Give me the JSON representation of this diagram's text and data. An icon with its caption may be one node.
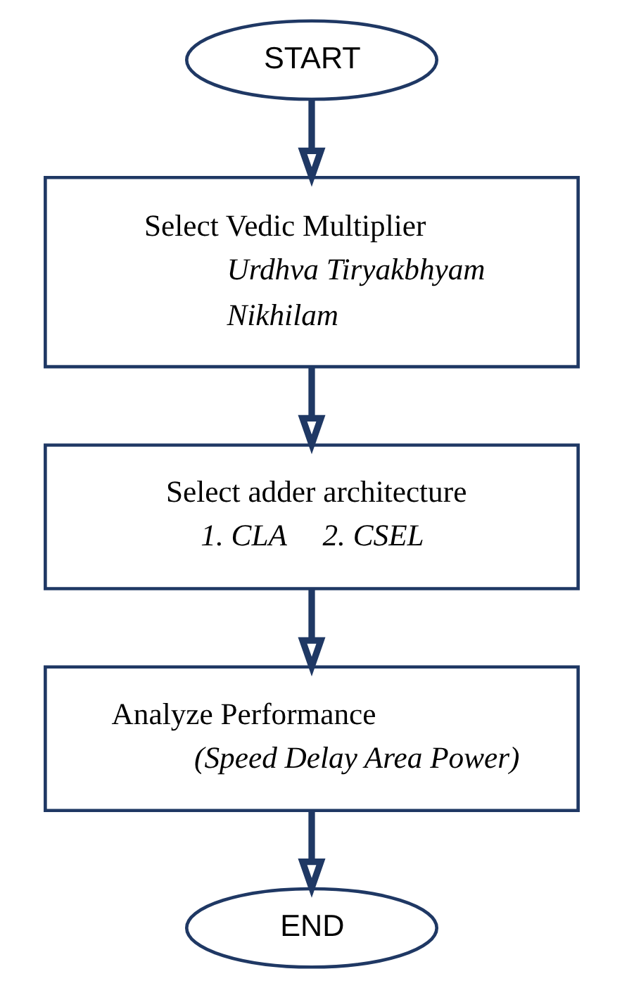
{
  "diagram": {
    "nodes": [
      {
        "text": [
          "START"
        ]
      },
      {
        "text": [
          "Select Vedic Multiplier",
          "Urdhva Tiryakbhyam",
          "Nikhilam"
        ]
      },
      {
        "text": [
          "Select adder architecture",
          "1. CLA",
          "2. CSEL"
        ]
      },
      {
        "text": [
          "Analyze Performance",
          "(Speed Delay Area Power)"
        ]
      },
      {
        "text": [
          "END"
        ]
      }
    ],
    "edges": [
      {
        "from": 0,
        "to": 1,
        "arrow": "to"
      },
      {
        "from": 1,
        "to": 2,
        "arrow": "to"
      },
      {
        "from": 2,
        "to": 3,
        "arrow": "to"
      },
      {
        "from": 3,
        "to": 4,
        "arrow": "to"
      }
    ]
  }
}
